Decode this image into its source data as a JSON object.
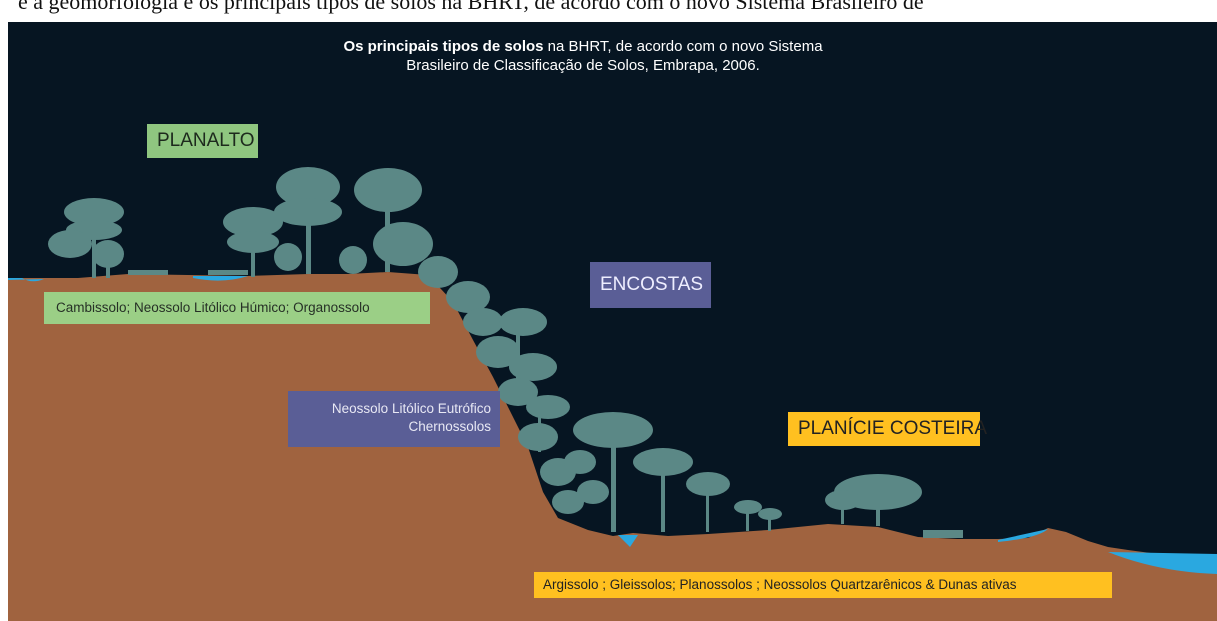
{
  "top_caption": "e a geomorfologia e os principais tipos de solos na BHRT, de acordo com o novo Sistema Brasileiro de",
  "title": {
    "bold": "Os principais tipos de solos",
    "line1_rest": " na BHRT, de acordo com o novo Sistema",
    "line2": "Brasileiro de Classificação de Solos, Embrapa, 2006."
  },
  "regions": {
    "planalto": "PLANALTO",
    "encostas": "ENCOSTAS",
    "planicie": "PLANÍCIE COSTEIRA"
  },
  "soils": {
    "planalto": "Cambissolo; Neossolo Litólico Húmico; Organossolo",
    "encostas_line1": "Neossolo Litólico Eutrófico",
    "encostas_line2": "Chernossolos",
    "planicie": "Argissolo ; Gleissolos; Planossolos ; Neossolos Quartzarênicos & Dunas ativas"
  },
  "colors": {
    "sky": "#061522",
    "soil": "#a0633f",
    "water": "#2aa8e0",
    "vegetation": "#5b8886",
    "planalto": "#8fc680",
    "encostas": "#5a5e96",
    "planicie": "#ffc020"
  }
}
